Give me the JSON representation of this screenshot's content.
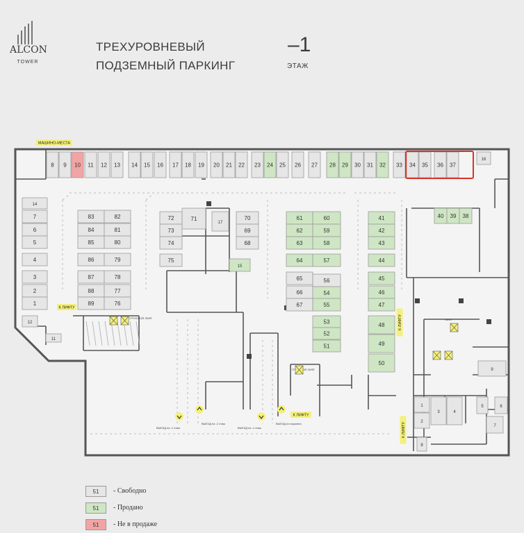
{
  "header": {
    "logo_word": "ALCON",
    "logo_sub": "TOWER",
    "title_line1": "ТРЕХУРОВНЕВЫЙ",
    "title_line2": "ПОДЗЕМНЫЙ ПАРКИНГ",
    "level_number": "–1",
    "level_word": "ЭТАЖ"
  },
  "colors": {
    "free": "#e6e6e6",
    "sold": "#cfe6c4",
    "not_for_sale": "#f2a4a4",
    "highlight": "#d9342b",
    "wall": "#555555",
    "label": "#f3f17a"
  },
  "labels": {
    "spots_tag": "МАШИНО-МЕСТА",
    "to_lift": "К ЛИФТУ",
    "to_lift_2": "К ЛИФТУ",
    "to_lift_3": "К ЛИФТУ",
    "to_lift_4": "К ЛИФТУ",
    "exit_minus1": "ВЫЕЗД на -1 этаж",
    "exit_minus2": "ВЫЕЗД на -2 этаж",
    "exit_minus1b": "ВЫЕЗД на -1 этаж",
    "exit_parking": "ВЫЕЗД из паркинга",
    "cargo_lift": "ГРУЗОВОЙ ЛИФТ",
    "lift": "ЛИФТ"
  },
  "spots": [
    {
      "n": "8",
      "s": "free"
    },
    {
      "n": "9",
      "s": "free"
    },
    {
      "n": "10",
      "s": "nfs"
    },
    {
      "n": "11",
      "s": "free"
    },
    {
      "n": "12",
      "s": "free"
    },
    {
      "n": "13",
      "s": "free"
    },
    {
      "n": "14",
      "s": "free"
    },
    {
      "n": "15",
      "s": "free"
    },
    {
      "n": "16",
      "s": "free"
    },
    {
      "n": "17",
      "s": "free"
    },
    {
      "n": "18",
      "s": "free"
    },
    {
      "n": "19",
      "s": "free"
    },
    {
      "n": "20",
      "s": "free"
    },
    {
      "n": "21",
      "s": "free"
    },
    {
      "n": "22",
      "s": "free"
    },
    {
      "n": "23",
      "s": "free"
    },
    {
      "n": "24",
      "s": "sold"
    },
    {
      "n": "25",
      "s": "free"
    },
    {
      "n": "26",
      "s": "free"
    },
    {
      "n": "27",
      "s": "free"
    },
    {
      "n": "28",
      "s": "sold"
    },
    {
      "n": "29",
      "s": "sold"
    },
    {
      "n": "30",
      "s": "free"
    },
    {
      "n": "31",
      "s": "free"
    },
    {
      "n": "32",
      "s": "sold"
    },
    {
      "n": "33",
      "s": "free"
    },
    {
      "n": "34",
      "s": "free"
    },
    {
      "n": "35",
      "s": "free"
    },
    {
      "n": "36",
      "s": "free"
    },
    {
      "n": "37",
      "s": "free"
    },
    {
      "n": "16",
      "s": "free",
      "small": true
    },
    {
      "n": "14",
      "s": "free",
      "small": true
    },
    {
      "n": "7",
      "s": "free"
    },
    {
      "n": "6",
      "s": "free"
    },
    {
      "n": "5",
      "s": "free"
    },
    {
      "n": "4",
      "s": "free"
    },
    {
      "n": "3",
      "s": "free"
    },
    {
      "n": "2",
      "s": "free"
    },
    {
      "n": "1",
      "s": "free"
    },
    {
      "n": "12",
      "s": "free",
      "small": true
    },
    {
      "n": "11",
      "s": "free",
      "small": true
    },
    {
      "n": "83",
      "s": "free"
    },
    {
      "n": "84",
      "s": "free"
    },
    {
      "n": "85",
      "s": "free"
    },
    {
      "n": "86",
      "s": "free"
    },
    {
      "n": "87",
      "s": "free"
    },
    {
      "n": "88",
      "s": "free"
    },
    {
      "n": "89",
      "s": "free"
    },
    {
      "n": "82",
      "s": "free"
    },
    {
      "n": "81",
      "s": "free"
    },
    {
      "n": "80",
      "s": "free"
    },
    {
      "n": "79",
      "s": "free"
    },
    {
      "n": "78",
      "s": "free"
    },
    {
      "n": "77",
      "s": "free"
    },
    {
      "n": "76",
      "s": "free"
    },
    {
      "n": "72",
      "s": "free"
    },
    {
      "n": "73",
      "s": "free"
    },
    {
      "n": "74",
      "s": "free"
    },
    {
      "n": "75",
      "s": "free"
    },
    {
      "n": "71",
      "s": "free"
    },
    {
      "n": "17",
      "s": "free",
      "small": true
    },
    {
      "n": "70",
      "s": "free"
    },
    {
      "n": "69",
      "s": "free"
    },
    {
      "n": "68",
      "s": "free"
    },
    {
      "n": "15",
      "s": "sold",
      "small": true
    },
    {
      "n": "61",
      "s": "sold"
    },
    {
      "n": "62",
      "s": "sold"
    },
    {
      "n": "63",
      "s": "sold"
    },
    {
      "n": "64",
      "s": "sold"
    },
    {
      "n": "65",
      "s": "free"
    },
    {
      "n": "66",
      "s": "free"
    },
    {
      "n": "67",
      "s": "free"
    },
    {
      "n": "60",
      "s": "sold"
    },
    {
      "n": "59",
      "s": "sold"
    },
    {
      "n": "58",
      "s": "sold"
    },
    {
      "n": "57",
      "s": "sold"
    },
    {
      "n": "56",
      "s": "free"
    },
    {
      "n": "54",
      "s": "sold"
    },
    {
      "n": "55",
      "s": "sold"
    },
    {
      "n": "53",
      "s": "sold"
    },
    {
      "n": "52",
      "s": "sold"
    },
    {
      "n": "51",
      "s": "sold"
    },
    {
      "n": "41",
      "s": "sold"
    },
    {
      "n": "42",
      "s": "sold"
    },
    {
      "n": "43",
      "s": "sold"
    },
    {
      "n": "44",
      "s": "sold"
    },
    {
      "n": "45",
      "s": "sold"
    },
    {
      "n": "46",
      "s": "sold"
    },
    {
      "n": "47",
      "s": "sold"
    },
    {
      "n": "48",
      "s": "sold"
    },
    {
      "n": "49",
      "s": "sold"
    },
    {
      "n": "50",
      "s": "sold"
    },
    {
      "n": "40",
      "s": "sold"
    },
    {
      "n": "39",
      "s": "sold"
    },
    {
      "n": "38",
      "s": "sold"
    },
    {
      "n": "1",
      "s": "free",
      "small": true
    },
    {
      "n": "2",
      "s": "free",
      "small": true
    },
    {
      "n": "3",
      "s": "free",
      "small": true
    },
    {
      "n": "4",
      "s": "free",
      "small": true
    },
    {
      "n": "5",
      "s": "free",
      "small": true
    },
    {
      "n": "6",
      "s": "free",
      "small": true
    },
    {
      "n": "7",
      "s": "free",
      "small": true
    },
    {
      "n": "8",
      "s": "free",
      "small": true
    },
    {
      "n": "9",
      "s": "free",
      "small": true
    }
  ],
  "legend": [
    {
      "box": "51",
      "label": "- Свободно",
      "status": "free"
    },
    {
      "box": "51",
      "label": "- Продано",
      "status": "sold"
    },
    {
      "box": "51",
      "label": "- Не в продаже",
      "status": "nfs"
    }
  ]
}
